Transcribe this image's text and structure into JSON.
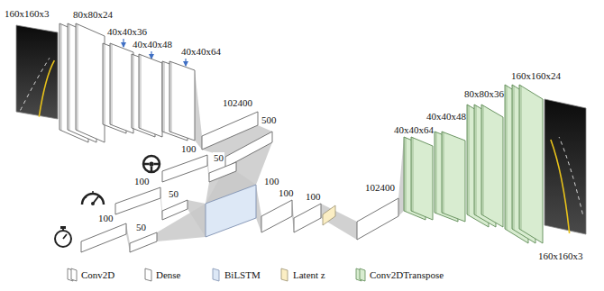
{
  "diagram": {
    "nodes": [
      {
        "text": [
          "160x160x3"
        ]
      },
      {
        "text": [
          "80x80x24"
        ]
      },
      {
        "text": [
          "40x40x36"
        ]
      },
      {
        "text": [
          "40x40x48"
        ]
      },
      {
        "text": [
          "40x40x64"
        ]
      },
      {
        "text": [
          "102400"
        ]
      },
      {
        "text": [
          "500"
        ]
      },
      {
        "text": [
          "100"
        ]
      },
      {
        "text": [
          "50"
        ]
      },
      {
        "text": [
          "100"
        ]
      },
      {
        "text": [
          "50"
        ]
      },
      {
        "text": [
          "100"
        ]
      },
      {
        "text": [
          "50"
        ]
      },
      {
        "text": [
          "100"
        ]
      },
      {
        "text": [
          "100"
        ]
      },
      {
        "text": [
          "100"
        ]
      },
      {
        "text": [
          "102400"
        ]
      },
      {
        "text": [
          "40x40x64"
        ]
      },
      {
        "text": [
          "40x40x48"
        ]
      },
      {
        "text": [
          "80x80x36"
        ]
      },
      {
        "text": [
          "160x160x24"
        ]
      },
      {
        "text": [
          "160x160x3"
        ]
      }
    ],
    "edges": [
      {
        "from": 4,
        "to": 5,
        "arrow": "none"
      },
      {
        "from": 5,
        "to": 6,
        "arrow": "none"
      },
      {
        "from": 6,
        "to": 13,
        "arrow": "none"
      },
      {
        "from": 7,
        "to": 8,
        "arrow": "none"
      },
      {
        "from": 8,
        "to": 13,
        "arrow": "none"
      },
      {
        "from": 9,
        "to": 10,
        "arrow": "none"
      },
      {
        "from": 10,
        "to": 13,
        "arrow": "none"
      },
      {
        "from": 11,
        "to": 12,
        "arrow": "none"
      },
      {
        "from": 12,
        "to": 13,
        "arrow": "none"
      },
      {
        "from": 13,
        "to": 14,
        "arrow": "none"
      },
      {
        "from": 14,
        "to": 15,
        "arrow": "none"
      },
      {
        "from": 15,
        "to": 16,
        "arrow": "none"
      },
      {
        "from": 16,
        "to": 17,
        "arrow": "none"
      }
    ],
    "legend": [
      {
        "text": "Conv2D"
      },
      {
        "text": "Dense"
      },
      {
        "text": "BiLSTM"
      },
      {
        "text": "Latent z"
      },
      {
        "text": "Conv2DTranspose"
      }
    ]
  }
}
